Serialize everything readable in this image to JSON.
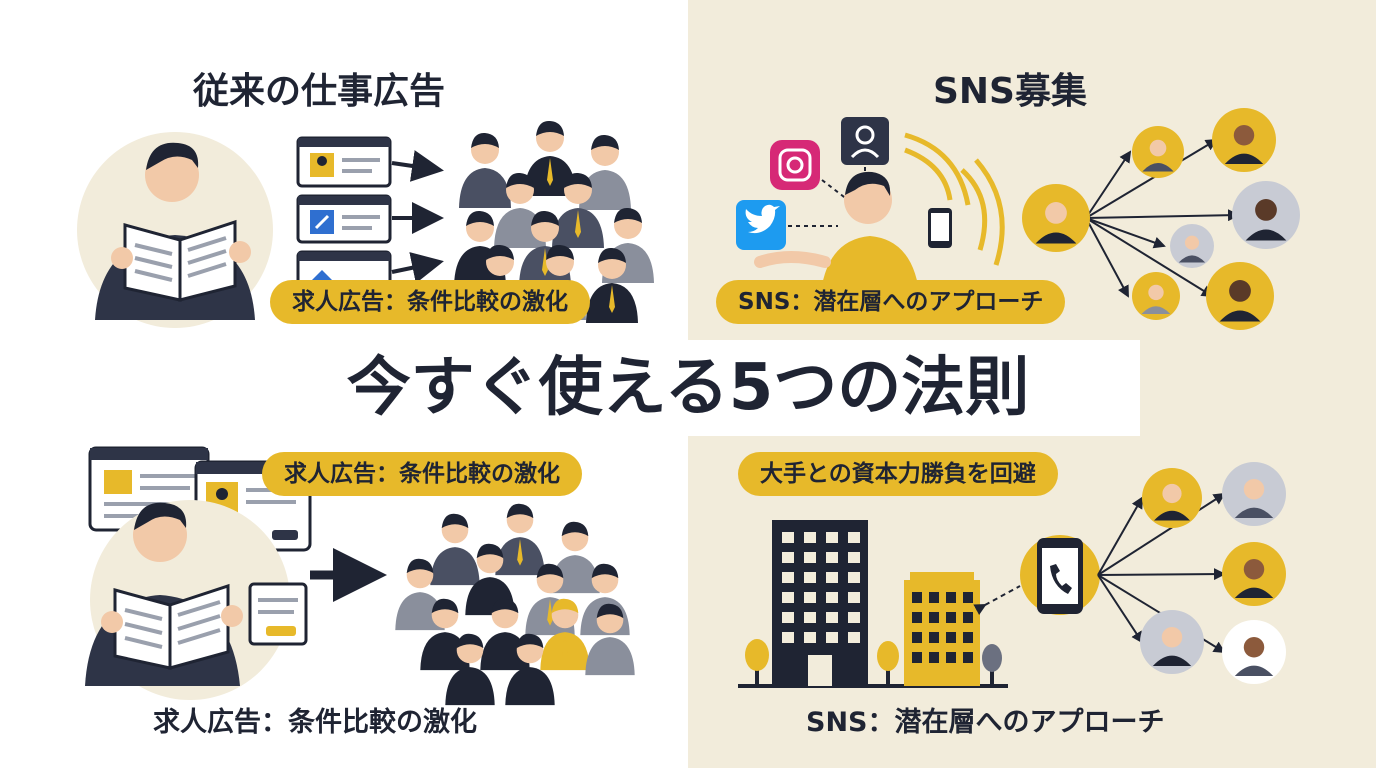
{
  "top_left": {
    "heading": "従来の仕事広告",
    "pill": "求人広告：条件比較の激化"
  },
  "top_right": {
    "heading": "SNS募集",
    "pill": "SNS：潜在層へのアプローチ"
  },
  "banner": {
    "title": "今すぐ使える5つの法則"
  },
  "bottom_left": {
    "pill": "求人広告：条件比較の激化",
    "caption": "求人広告：条件比較の激化"
  },
  "bottom_right": {
    "pill": "大手との資本力勝負を回避",
    "caption": "SNS：潜在層へのアプローチ"
  },
  "colors": {
    "accent_yellow": "#e7b92a",
    "navy": "#1f2433",
    "cream": "#f2ecdb",
    "instagram": "#d62976",
    "twitter": "#1d9bf0"
  },
  "icons": [
    "newspaper-icon",
    "person-icon",
    "wrench-icon",
    "home-icon",
    "instagram-icon",
    "twitter-icon",
    "contact-icon",
    "smartphone-icon",
    "phone-icon",
    "building-icon",
    "tree-icon",
    "arrow-icon"
  ]
}
